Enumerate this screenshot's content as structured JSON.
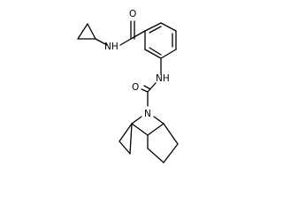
{
  "molecule": {
    "atoms": {
      "amide_top_O": "O",
      "amide_top_NH": "NH",
      "amide_mid_NH": "NH",
      "amide_bottom_O": "O",
      "bridge_N": "N"
    }
  }
}
